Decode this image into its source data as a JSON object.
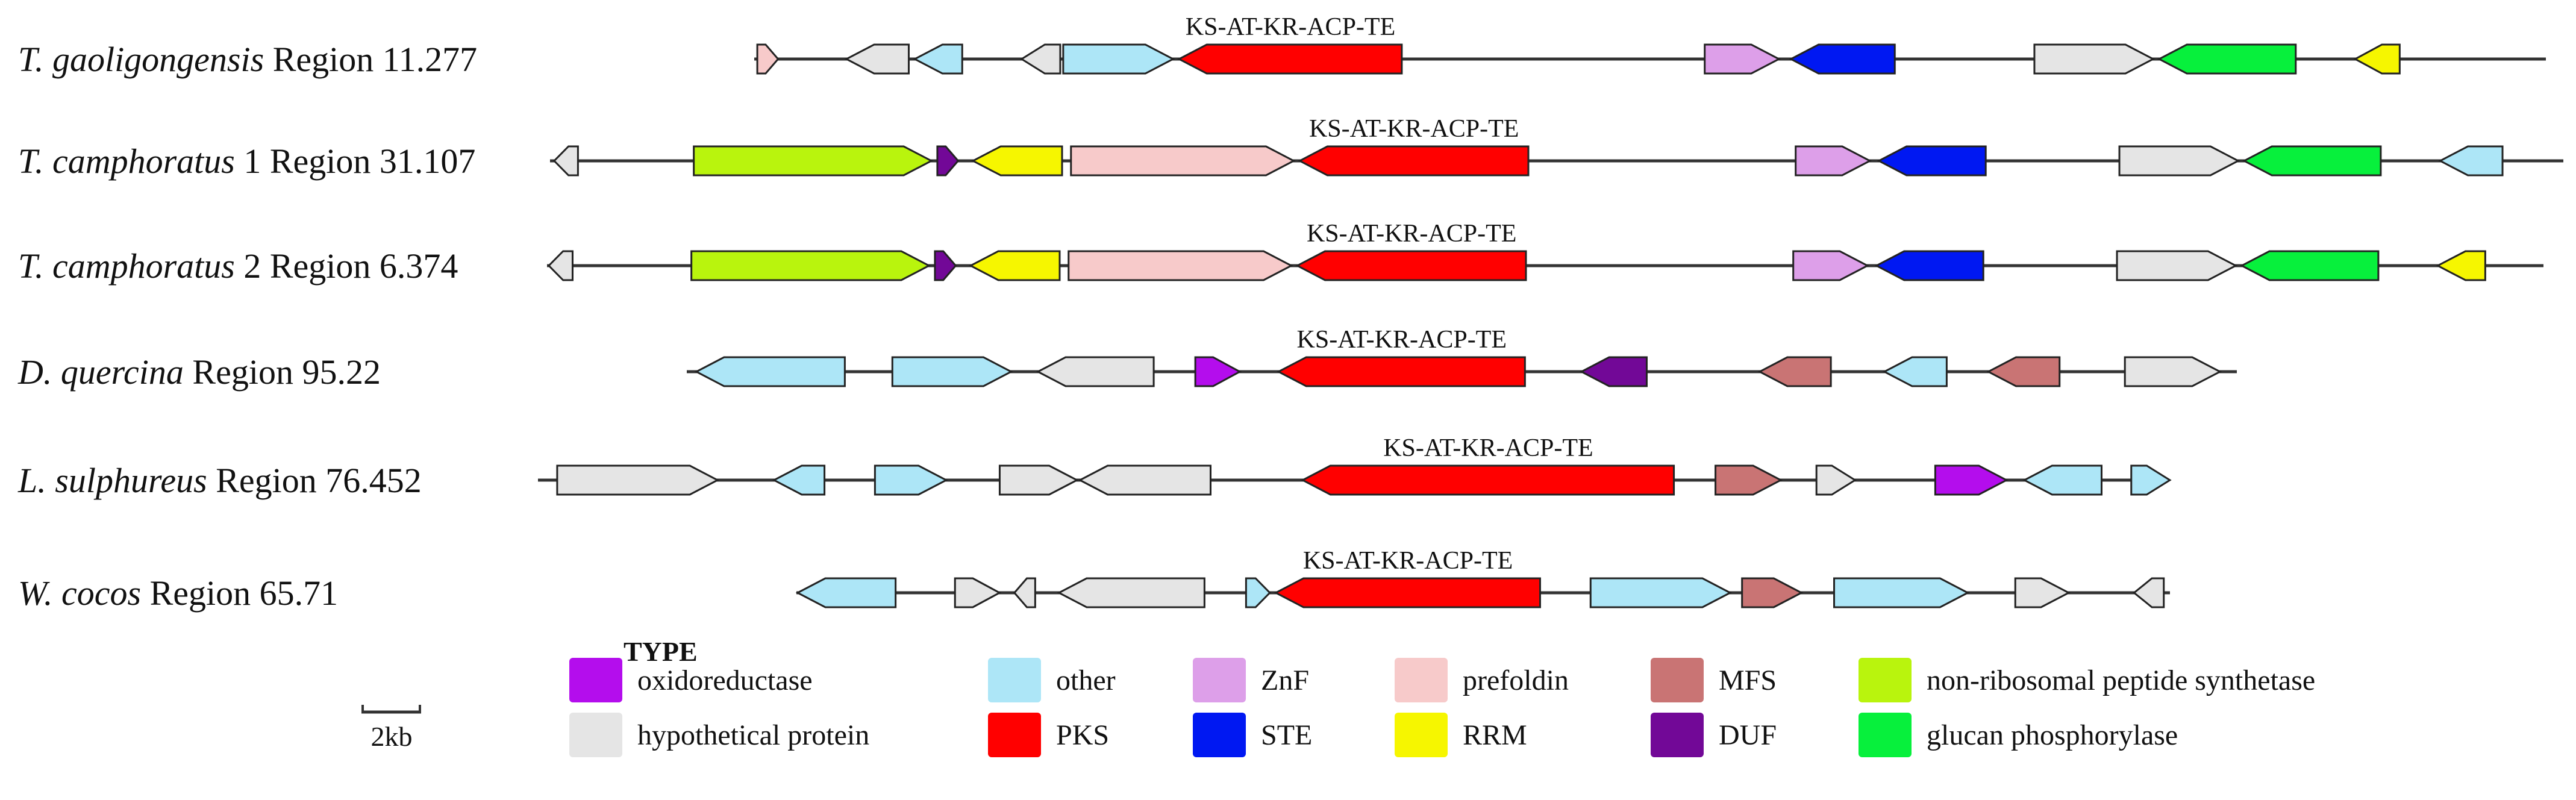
{
  "figure": {
    "legend_title": "TYPE",
    "scale_label": "2kb"
  },
  "types": {
    "oxidoreductase": {
      "label": "oxidoreductase",
      "color": "#b40ded"
    },
    "hypothetical": {
      "label": "hypothetical protein",
      "color": "#e5e5e5"
    },
    "other": {
      "label": "other",
      "color": "#ade6f7"
    },
    "pks": {
      "label": "PKS",
      "color": "#ff0000"
    },
    "znf": {
      "label": "ZnF",
      "color": "#dd9fe9"
    },
    "ste": {
      "label": "STE",
      "color": "#0018f2"
    },
    "prefoldin": {
      "label": "prefoldin",
      "color": "#f7caca"
    },
    "rrm": {
      "label": "RRM",
      "color": "#f6f600"
    },
    "mfs": {
      "label": "MFS",
      "color": "#c97474"
    },
    "duf": {
      "label": "DUF",
      "color": "#720897"
    },
    "nrps": {
      "label": "non-ribosomal peptide synthetase",
      "color": "#b9f40d"
    },
    "glucan": {
      "label": "glucan phosphorylase",
      "color": "#07f03c"
    }
  },
  "clusters": [
    {
      "species": "T. gaoligongensis",
      "region": " Region 11.277",
      "domain_label": "KS-AT-KR-ACP-TE",
      "genes": [
        {
          "type": "prefoldin",
          "start": 4.2,
          "end": 4.9,
          "strand": 1
        },
        {
          "type": "hypothetical",
          "start": 7.2,
          "end": 9.3,
          "strand": -1
        },
        {
          "type": "other",
          "start": 9.5,
          "end": 11.1,
          "strand": -1
        },
        {
          "type": "hypothetical",
          "start": 13.1,
          "end": 14.4,
          "strand": -1
        },
        {
          "type": "other",
          "start": 14.5,
          "end": 18.2,
          "strand": 1
        },
        {
          "type": "pks",
          "start": 18.4,
          "end": 25.9,
          "strand": -1
        },
        {
          "type": "znf",
          "start": 36.1,
          "end": 38.6,
          "strand": 1
        },
        {
          "type": "ste",
          "start": 39.0,
          "end": 42.5,
          "strand": -1
        },
        {
          "type": "hypothetical",
          "start": 47.2,
          "end": 51.2,
          "strand": 1
        },
        {
          "type": "glucan",
          "start": 51.4,
          "end": 56.0,
          "strand": -1
        },
        {
          "type": "rrm",
          "start": 58.0,
          "end": 59.5,
          "strand": -1
        }
      ]
    },
    {
      "species": "T. camphoratus",
      "region": " 1 Region 31.107",
      "domain_label": "KS-AT-KR-ACP-TE",
      "genes": [
        {
          "type": "hypothetical",
          "start": 1.5,
          "end": 2.3,
          "strand": -1
        },
        {
          "type": "nrps",
          "start": 6.2,
          "end": 14.2,
          "strand": 1
        },
        {
          "type": "duf",
          "start": 14.4,
          "end": 15.1,
          "strand": 1
        },
        {
          "type": "rrm",
          "start": 15.6,
          "end": 18.6,
          "strand": -1
        },
        {
          "type": "prefoldin",
          "start": 18.9,
          "end": 26.4,
          "strand": 1
        },
        {
          "type": "pks",
          "start": 26.6,
          "end": 34.3,
          "strand": -1
        },
        {
          "type": "znf",
          "start": 43.3,
          "end": 45.8,
          "strand": 1
        },
        {
          "type": "ste",
          "start": 46.1,
          "end": 49.7,
          "strand": -1
        },
        {
          "type": "hypothetical",
          "start": 54.2,
          "end": 58.2,
          "strand": 1
        },
        {
          "type": "glucan",
          "start": 58.4,
          "end": 63.0,
          "strand": -1
        },
        {
          "type": "other",
          "start": 65.0,
          "end": 67.1,
          "strand": -1
        }
      ]
    },
    {
      "species": "T. camphoratus",
      "region": " 2 Region 6.374",
      "domain_label": "KS-AT-KR-ACP-TE",
      "genes": [
        {
          "type": "hypothetical",
          "start": 1.4,
          "end": 2.2,
          "strand": -1
        },
        {
          "type": "nrps",
          "start": 6.2,
          "end": 14.2,
          "strand": 1
        },
        {
          "type": "duf",
          "start": 14.4,
          "end": 15.1,
          "strand": 1
        },
        {
          "type": "rrm",
          "start": 15.6,
          "end": 18.6,
          "strand": -1
        },
        {
          "type": "prefoldin",
          "start": 18.9,
          "end": 26.4,
          "strand": 1
        },
        {
          "type": "pks",
          "start": 26.6,
          "end": 34.3,
          "strand": -1
        },
        {
          "type": "znf",
          "start": 43.3,
          "end": 45.8,
          "strand": 1
        },
        {
          "type": "ste",
          "start": 46.1,
          "end": 49.7,
          "strand": -1
        },
        {
          "type": "hypothetical",
          "start": 54.2,
          "end": 58.2,
          "strand": 1
        },
        {
          "type": "glucan",
          "start": 58.4,
          "end": 63.0,
          "strand": -1
        },
        {
          "type": "rrm",
          "start": 65.0,
          "end": 66.6,
          "strand": -1
        }
      ]
    },
    {
      "species": "D. quercina",
      "region": " Region 95.22",
      "domain_label": "KS-AT-KR-ACP-TE",
      "genes": [
        {
          "type": "other",
          "start": 1.6,
          "end": 6.6,
          "strand": -1
        },
        {
          "type": "other",
          "start": 8.2,
          "end": 12.2,
          "strand": 1
        },
        {
          "type": "hypothetical",
          "start": 13.1,
          "end": 17.0,
          "strand": -1
        },
        {
          "type": "oxidoreductase",
          "start": 18.4,
          "end": 19.9,
          "strand": 1
        },
        {
          "type": "pks",
          "start": 21.2,
          "end": 29.5,
          "strand": -1
        },
        {
          "type": "duf",
          "start": 31.4,
          "end": 33.6,
          "strand": -1
        },
        {
          "type": "mfs",
          "start": 37.4,
          "end": 39.8,
          "strand": -1
        },
        {
          "type": "other",
          "start": 41.6,
          "end": 43.7,
          "strand": -1
        },
        {
          "type": "mfs",
          "start": 45.1,
          "end": 47.5,
          "strand": -1
        },
        {
          "type": "hypothetical",
          "start": 49.7,
          "end": 52.9,
          "strand": 1
        }
      ]
    },
    {
      "species": "L. sulphureus",
      "region": " Region 76.452",
      "domain_label": "KS-AT-KR-ACP-TE",
      "genes": [
        {
          "type": "hypothetical",
          "start": 1.6,
          "end": 7.0,
          "strand": 1
        },
        {
          "type": "other",
          "start": 8.9,
          "end": 10.6,
          "strand": -1
        },
        {
          "type": "other",
          "start": 12.3,
          "end": 14.7,
          "strand": 1
        },
        {
          "type": "hypothetical",
          "start": 16.5,
          "end": 19.1,
          "strand": 1
        },
        {
          "type": "hypothetical",
          "start": 19.2,
          "end": 23.6,
          "strand": -1
        },
        {
          "type": "pks",
          "start": 26.7,
          "end": 39.2,
          "strand": -1
        },
        {
          "type": "mfs",
          "start": 40.6,
          "end": 42.8,
          "strand": 1
        },
        {
          "type": "hypothetical",
          "start": 44.0,
          "end": 45.3,
          "strand": 1
        },
        {
          "type": "oxidoreductase",
          "start": 48.0,
          "end": 50.4,
          "strand": 1
        },
        {
          "type": "other",
          "start": 51.0,
          "end": 53.6,
          "strand": -1
        },
        {
          "type": "other",
          "start": 54.6,
          "end": 55.9,
          "strand": 1
        }
      ]
    },
    {
      "species": "W. cocos",
      "region": " Region 65.71",
      "domain_label": "KS-AT-KR-ACP-TE",
      "genes": [
        {
          "type": "other",
          "start": 1.5,
          "end": 4.8,
          "strand": -1
        },
        {
          "type": "hypothetical",
          "start": 6.8,
          "end": 8.3,
          "strand": 1
        },
        {
          "type": "hypothetical",
          "start": 8.8,
          "end": 9.5,
          "strand": -1
        },
        {
          "type": "hypothetical",
          "start": 10.3,
          "end": 15.2,
          "strand": -1
        },
        {
          "type": "other",
          "start": 16.6,
          "end": 17.4,
          "strand": 1
        },
        {
          "type": "pks",
          "start": 17.6,
          "end": 26.5,
          "strand": -1
        },
        {
          "type": "other",
          "start": 28.2,
          "end": 32.9,
          "strand": 1
        },
        {
          "type": "mfs",
          "start": 33.3,
          "end": 35.3,
          "strand": 1
        },
        {
          "type": "other",
          "start": 36.4,
          "end": 40.9,
          "strand": 1
        },
        {
          "type": "hypothetical",
          "start": 42.5,
          "end": 44.3,
          "strand": 1
        },
        {
          "type": "hypothetical",
          "start": 46.5,
          "end": 47.5,
          "strand": -1
        }
      ]
    }
  ],
  "legend": [
    {
      "type": "oxidoreductase"
    },
    {
      "type": "hypothetical"
    },
    {
      "type": "other"
    },
    {
      "type": "pks"
    },
    {
      "type": "znf"
    },
    {
      "type": "ste"
    },
    {
      "type": "prefoldin"
    },
    {
      "type": "rrm"
    },
    {
      "type": "mfs"
    },
    {
      "type": "duf"
    },
    {
      "type": "nrps"
    },
    {
      "type": "glucan"
    }
  ]
}
